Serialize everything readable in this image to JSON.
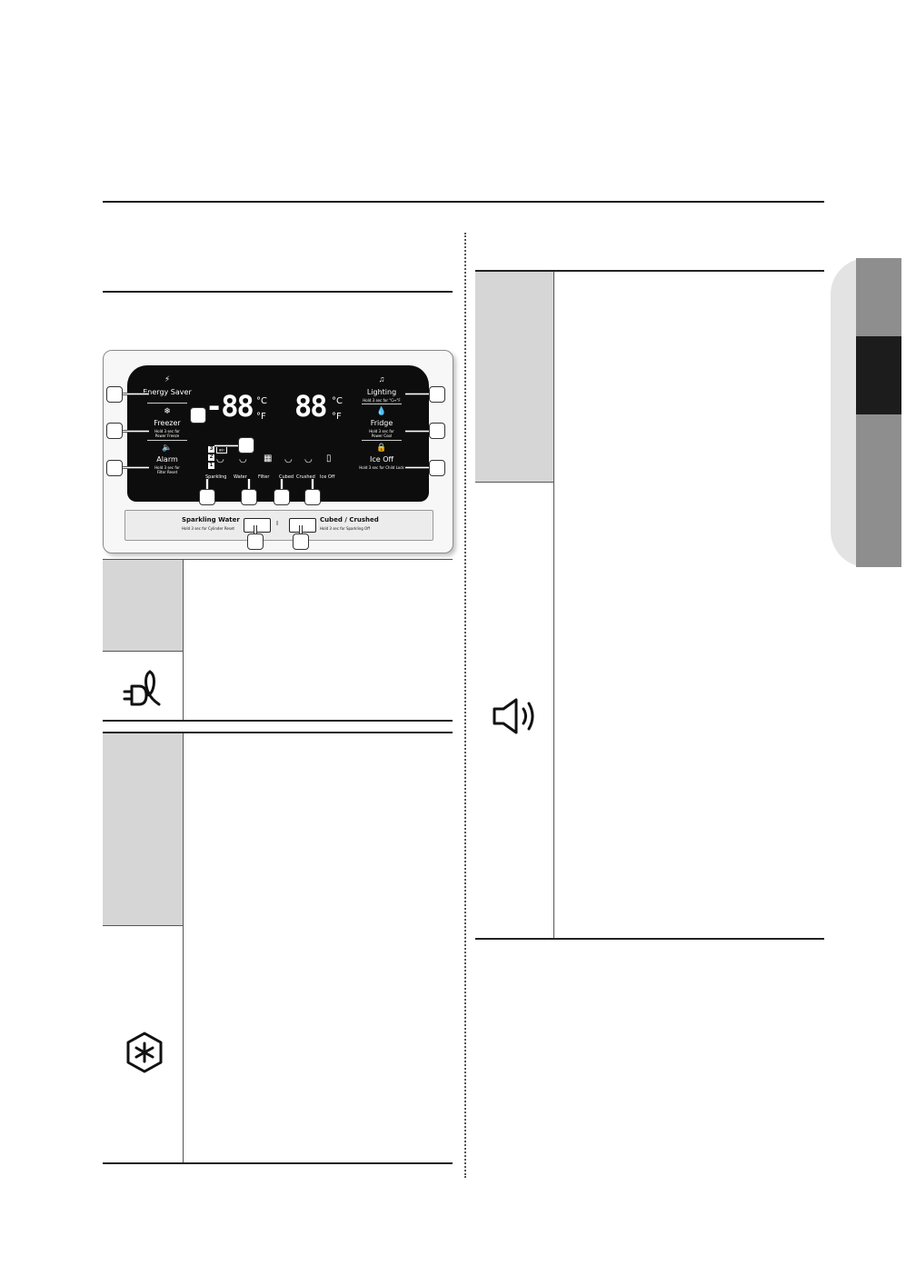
{
  "panel": {
    "left_labels": [
      {
        "label": "Energy Saver",
        "sub": ""
      },
      {
        "label": "Freezer",
        "sub1": "Hold 3 sec for",
        "sub2": "Power Freeze"
      },
      {
        "label": "Alarm",
        "sub1": "Hold 3 sec for",
        "sub2": "Filter Reset"
      }
    ],
    "right_labels": [
      {
        "label": "Lighting",
        "sub1": "Hold 3 sec for °C↔°F"
      },
      {
        "label": "Fridge",
        "sub1": "Hold 3 sec for",
        "sub2": "Power Cool"
      },
      {
        "label": "Ice Off",
        "sub1": "Hold 3 sec for Child Lock"
      }
    ],
    "freezer_display": "-88",
    "fridge_display": "88",
    "unit_c": "°C",
    "unit_f": "°F",
    "gp_label": "g/p",
    "level_numbers": [
      "3",
      "2",
      "1"
    ],
    "dispenser_labels": [
      "Sparkling",
      "Water",
      "Filter",
      "Cubed",
      "Crushed",
      "Ice Off"
    ],
    "sparkling_button": {
      "label": "Sparkling Water",
      "sub": "Hold 3 sec for Cylinder Reset"
    },
    "ice_button": {
      "label": "Cubed / Crushed",
      "sub": "Hold 3 sec for Sparkling Off"
    },
    "separator": "I"
  },
  "icons": {
    "energy_saver": "plug-leaf-icon",
    "freezer": "snowflake-hexagon-icon",
    "alarm": "speaker-icon"
  }
}
